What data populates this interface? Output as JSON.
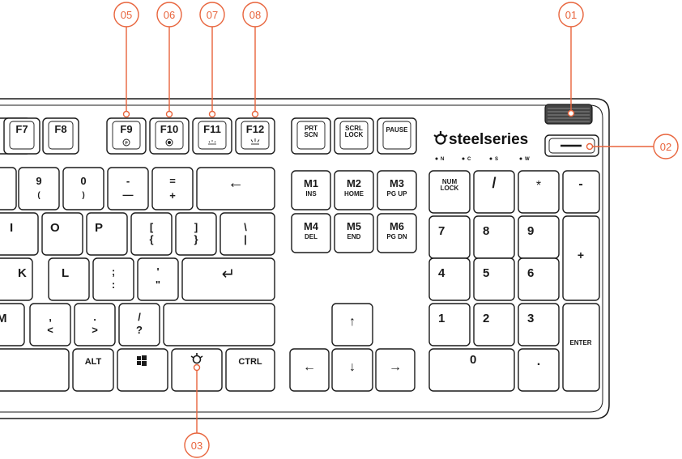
{
  "keys": {
    "f7": "F7",
    "f8": "F8",
    "f9": "F9",
    "f10": "F10",
    "f11": "F11",
    "f12": "F12",
    "f9_icon": "P",
    "f11_icon": "-;-",
    "f12_icon": "-;'-",
    "prt1": "PRT",
    "prt2": "SCN",
    "scrl1": "SCRL",
    "scrl2": "LOCK",
    "pause": "PAUSE",
    "k9": "9",
    "k9s": "(",
    "k0": "0",
    "k0s": ")",
    "minus1": "-",
    "minus2": "—",
    "eq1": "=",
    "eq2": "+",
    "backspace": "←",
    "kI": "I",
    "kO": "O",
    "kP": "P",
    "lb1": "[",
    "lb2": "{",
    "rb1": "]",
    "rb2": "}",
    "bs1": "\\",
    "bs2": "|",
    "kK": "K",
    "kL": "L",
    "semi1": ";",
    "semi2": ":",
    "quote1": "'",
    "quote2": "\"",
    "enter_arrow": "↵",
    "kM": "M",
    "comma1": ",",
    "comma2": "<",
    "dot1": ".",
    "dot2": ">",
    "slash1": "/",
    "slash2": "?",
    "alt": "ALT",
    "ctrl": "CTRL",
    "m1": "M1",
    "m1s": "INS",
    "m2": "M2",
    "m2s": "HOME",
    "m3": "M3",
    "m3s": "PG UP",
    "m4": "M4",
    "m4s": "DEL",
    "m5": "M5",
    "m5s": "END",
    "m6": "M6",
    "m6s": "PG DN",
    "up": "↑",
    "left": "←",
    "down": "↓",
    "right": "→",
    "num1": "NUM",
    "num2": "LOCK",
    "nslash": "/",
    "nstar": "*",
    "nminus": "-",
    "n7": "7",
    "n8": "8",
    "n9": "9",
    "nplus": "+",
    "n4": "4",
    "n5": "5",
    "n6": "6",
    "n1": "1",
    "n2": "2",
    "n3": "3",
    "nenter": "ENTER",
    "n0": "0",
    "ndot": "."
  },
  "brand": {
    "name": "steelseries",
    "led_n": "N",
    "led_c": "C",
    "led_s": "S",
    "led_w": "W"
  },
  "callouts": [
    "01",
    "02",
    "03",
    "05",
    "06",
    "07",
    "08"
  ],
  "colors": {
    "accent": "#e8643c",
    "outline": "#1a1a1a",
    "background": "#ffffff"
  }
}
